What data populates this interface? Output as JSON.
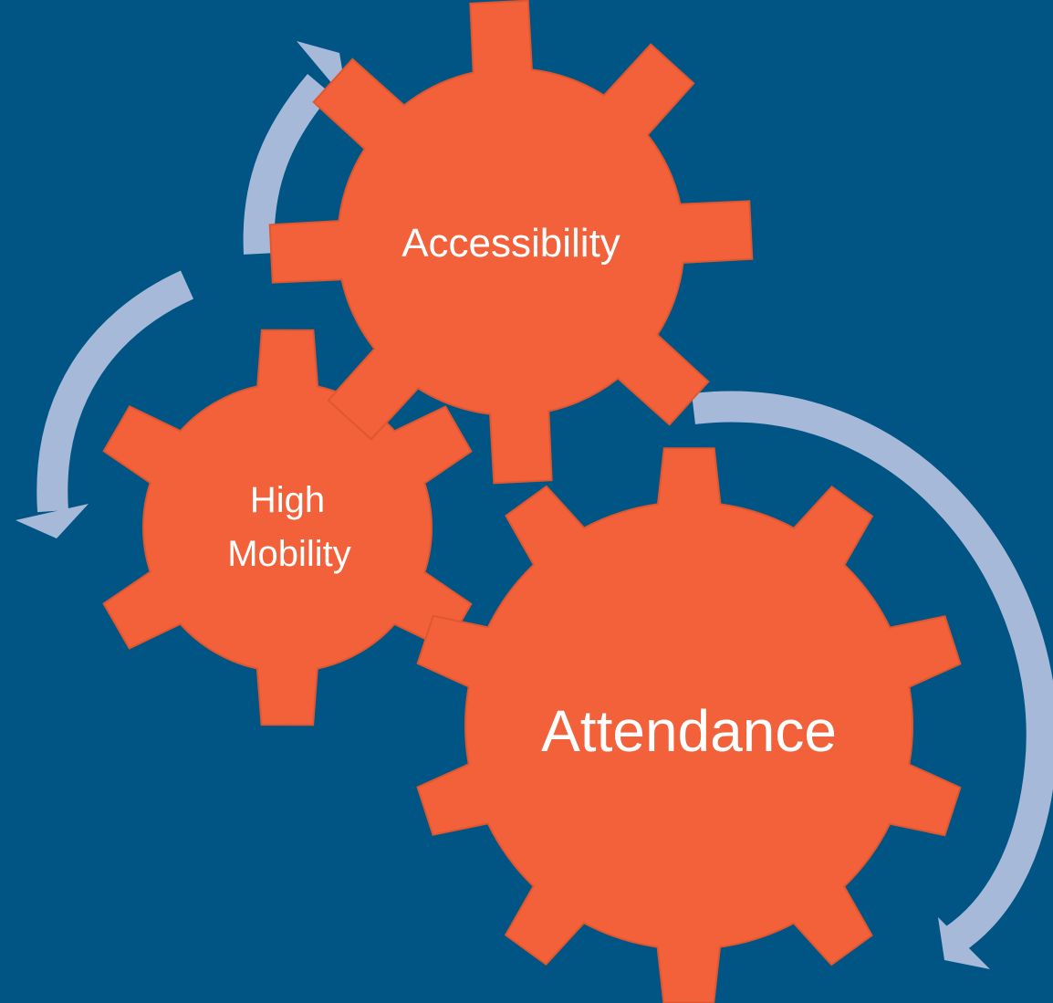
{
  "diagram": {
    "background_color": "#005584",
    "gear_color": "#F26139",
    "gear_outline_color": "#E0572F",
    "arrow_color": "#A7B9D9",
    "label_color": "#FFFFFF",
    "gears": [
      {
        "id": "accessibility",
        "label_lines": [
          "Accessibility"
        ]
      },
      {
        "id": "high-mobility",
        "label_lines": [
          "High",
          "Mobility"
        ]
      },
      {
        "id": "attendance",
        "label_lines": [
          "Attendance"
        ]
      }
    ]
  }
}
